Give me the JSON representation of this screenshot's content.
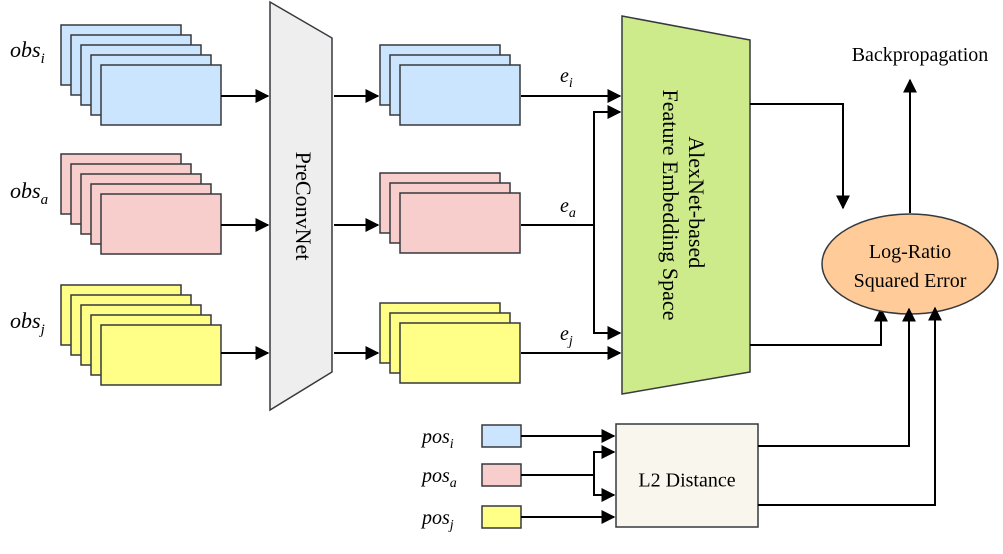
{
  "colors": {
    "obs_i": "#cce5ff",
    "obs_a": "#f8cecc",
    "obs_j": "#ffff88",
    "preconvnet": "#eeeeee",
    "alexnet": "#cdeb8b",
    "loss": "#ffcc99",
    "l2": "#f9f7ed",
    "stroke": "#36393d"
  },
  "inputs": {
    "obs_i": {
      "base": "obs",
      "sub": "i"
    },
    "obs_a": {
      "base": "obs",
      "sub": "a"
    },
    "obs_j": {
      "base": "obs",
      "sub": "j"
    }
  },
  "embeddings": {
    "e_i": {
      "base": "e",
      "sub": "i"
    },
    "e_a": {
      "base": "e",
      "sub": "a"
    },
    "e_j": {
      "base": "e",
      "sub": "j"
    }
  },
  "positions": {
    "pos_i": {
      "base": "pos",
      "sub": "i"
    },
    "pos_a": {
      "base": "pos",
      "sub": "a"
    },
    "pos_j": {
      "base": "pos",
      "sub": "j"
    }
  },
  "preconvnet": {
    "label": "PreConvNet"
  },
  "alexnet": {
    "line1": "AlexNet-based",
    "line2": "Feature Embedding Space"
  },
  "loss": {
    "line1": "Log-Ratio",
    "line2": "Squared Error"
  },
  "l2": {
    "label": "L2 Distance"
  },
  "backprop": {
    "label": "Backpropagation"
  }
}
